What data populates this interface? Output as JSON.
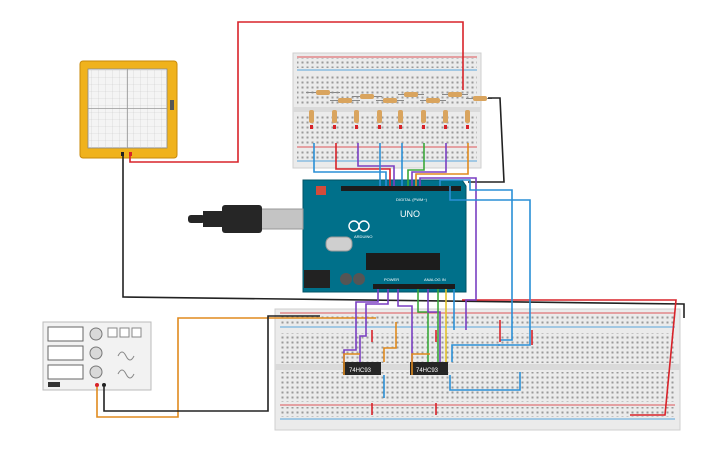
{
  "arduino": {
    "logo_text": "UNO",
    "brand_text": "ARDUINO",
    "digital_label": "DIGITAL (PWM~)",
    "power_label": "POWER",
    "analog_label": "ANALOG IN"
  },
  "chips": [
    {
      "label": "74HC93"
    },
    {
      "label": "74HC93"
    }
  ],
  "colors": {
    "wire_red": "#d8232a",
    "wire_black": "#222222",
    "wire_orange": "#e08a1e",
    "wire_purple": "#7a3fc2",
    "wire_blue": "#2a8fd6",
    "wire_green": "#3aa83a",
    "wire_yellow": "#e3c12a",
    "arduino_board": "#00708a",
    "oscilloscope_body": "#f0b21c",
    "breadboard": "#ebebeb"
  },
  "icons": {
    "power_supply_knob": "knob-icon",
    "usb_plug": "usb-plug-icon",
    "wave": "sine-wave-icon"
  }
}
